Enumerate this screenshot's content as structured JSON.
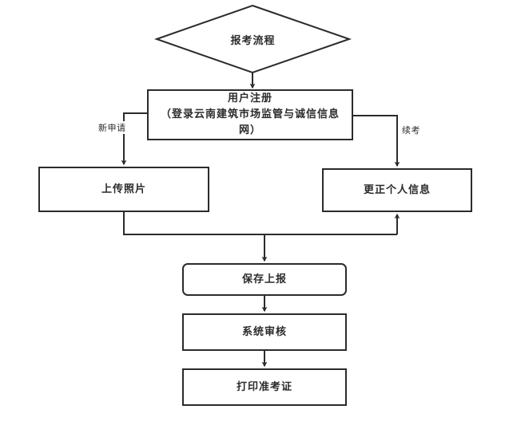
{
  "diagram": {
    "title_node": {
      "label": "报考流程",
      "shape": "diamond"
    },
    "nodes": [
      {
        "id": "register",
        "label": "用户注册\n（登录云南建筑市场监管与诚信信息网）",
        "shape": "rectangle"
      },
      {
        "id": "upload-photo",
        "label": "上传照片",
        "shape": "rectangle"
      },
      {
        "id": "correct-info",
        "label": "更正个人信息",
        "shape": "rectangle"
      },
      {
        "id": "save-report",
        "label": "保存上报",
        "shape": "rounded-rectangle"
      },
      {
        "id": "system-review",
        "label": "系统审核",
        "shape": "rectangle"
      },
      {
        "id": "print-ticket",
        "label": "打印准考证",
        "shape": "rectangle"
      }
    ],
    "edge_labels": {
      "new_application": "新申请",
      "continued_exam": "续考"
    },
    "colors": {
      "stroke": "#2b2b2e",
      "fill": "#ffffff",
      "text": "#2b2b2e"
    }
  }
}
